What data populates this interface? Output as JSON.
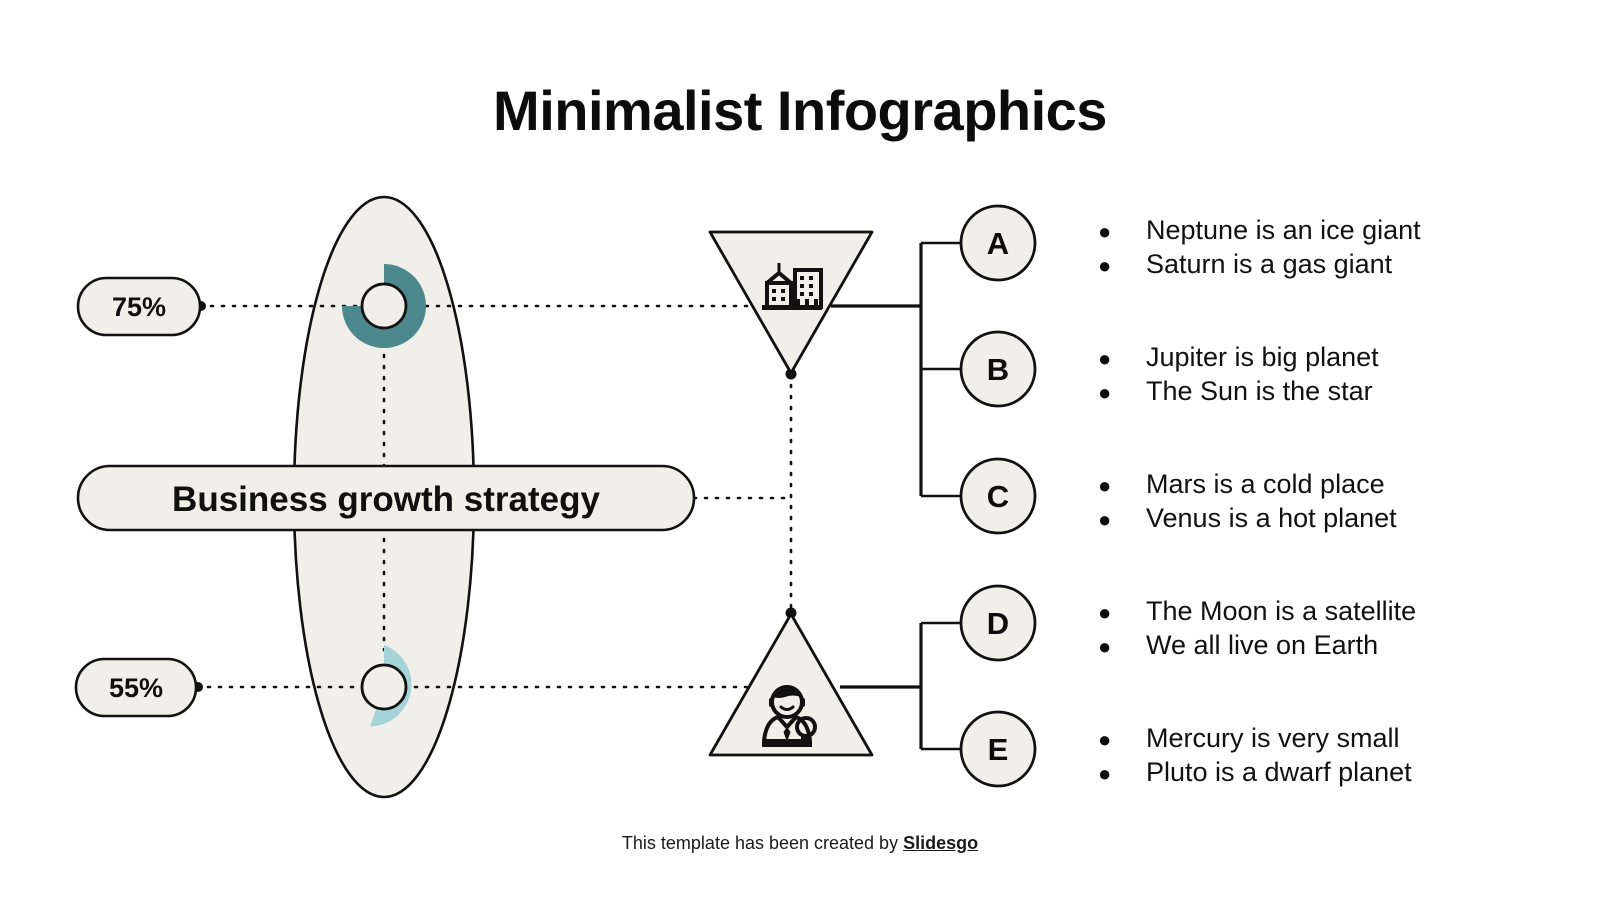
{
  "page": {
    "title": "Minimalist Infographics",
    "background_color": "#ffffff"
  },
  "colors": {
    "shape_fill": "#f0efea",
    "stroke": "#111111",
    "donut_dark_teal": "#4c888e",
    "donut_light_teal": "#a5d3d7",
    "text": "#111111"
  },
  "metrics": [
    {
      "id": "metric-top",
      "label": "75%",
      "value": 75,
      "donut_color": "#4c888e"
    },
    {
      "id": "metric-bottom",
      "label": "55%",
      "value": 55,
      "donut_color": "#a5d3d7"
    }
  ],
  "center": {
    "label": "Business growth strategy"
  },
  "branches": [
    {
      "id": "branch-upper",
      "icon": "buildings-icon",
      "triangle": "down",
      "nodes": [
        {
          "letter": "A",
          "bullets": [
            "Neptune is an ice giant",
            "Saturn is a gas giant"
          ]
        },
        {
          "letter": "B",
          "bullets": [
            "Jupiter is big planet",
            "The Sun is the star"
          ]
        },
        {
          "letter": "C",
          "bullets": [
            "Mars is a cold place",
            "Venus is a hot planet"
          ]
        }
      ]
    },
    {
      "id": "branch-lower",
      "icon": "businessman-idea-icon",
      "triangle": "up",
      "nodes": [
        {
          "letter": "D",
          "bullets": [
            "The Moon is a satellite",
            "We all live on Earth"
          ]
        },
        {
          "letter": "E",
          "bullets": [
            "Mercury is very small",
            "Pluto is a dwarf planet"
          ]
        }
      ]
    }
  ],
  "footer": {
    "prefix": "This template has been created by ",
    "brand": "Slidesgo"
  }
}
